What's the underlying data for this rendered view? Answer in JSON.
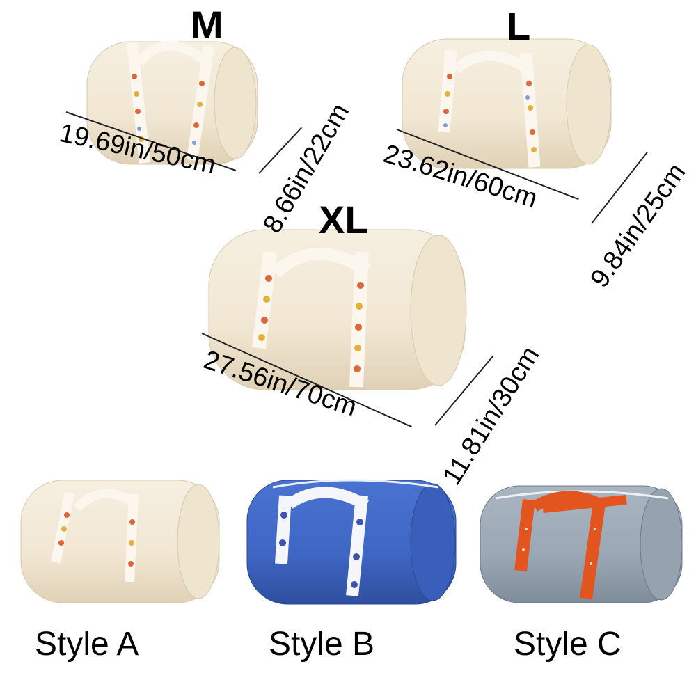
{
  "sizes": {
    "m": {
      "label": "M",
      "length": "19.69in/50cm",
      "height": "8.66in/22cm"
    },
    "l": {
      "label": "L",
      "length": "23.62in/60cm",
      "height": "9.84in/25cm"
    },
    "xl": {
      "label": "XL",
      "length": "27.56in/70cm",
      "height": "11.81in/30cm"
    }
  },
  "styles": [
    {
      "label": "Style A",
      "body_color": "#f1e7d3",
      "strap": "floral-cream"
    },
    {
      "label": "Style B",
      "body_color": "#3f66c4",
      "strap": "blue-flower-on-white"
    },
    {
      "label": "Style C",
      "body_color": "#9aa7b4",
      "strap": "orange-ribbon"
    }
  ],
  "colors": {
    "cream": "#f1e7d3",
    "cream_shade": "#e2d4ba",
    "blue": "#3f66c4",
    "grey": "#9aa7b4",
    "orange": "#e2551f"
  }
}
